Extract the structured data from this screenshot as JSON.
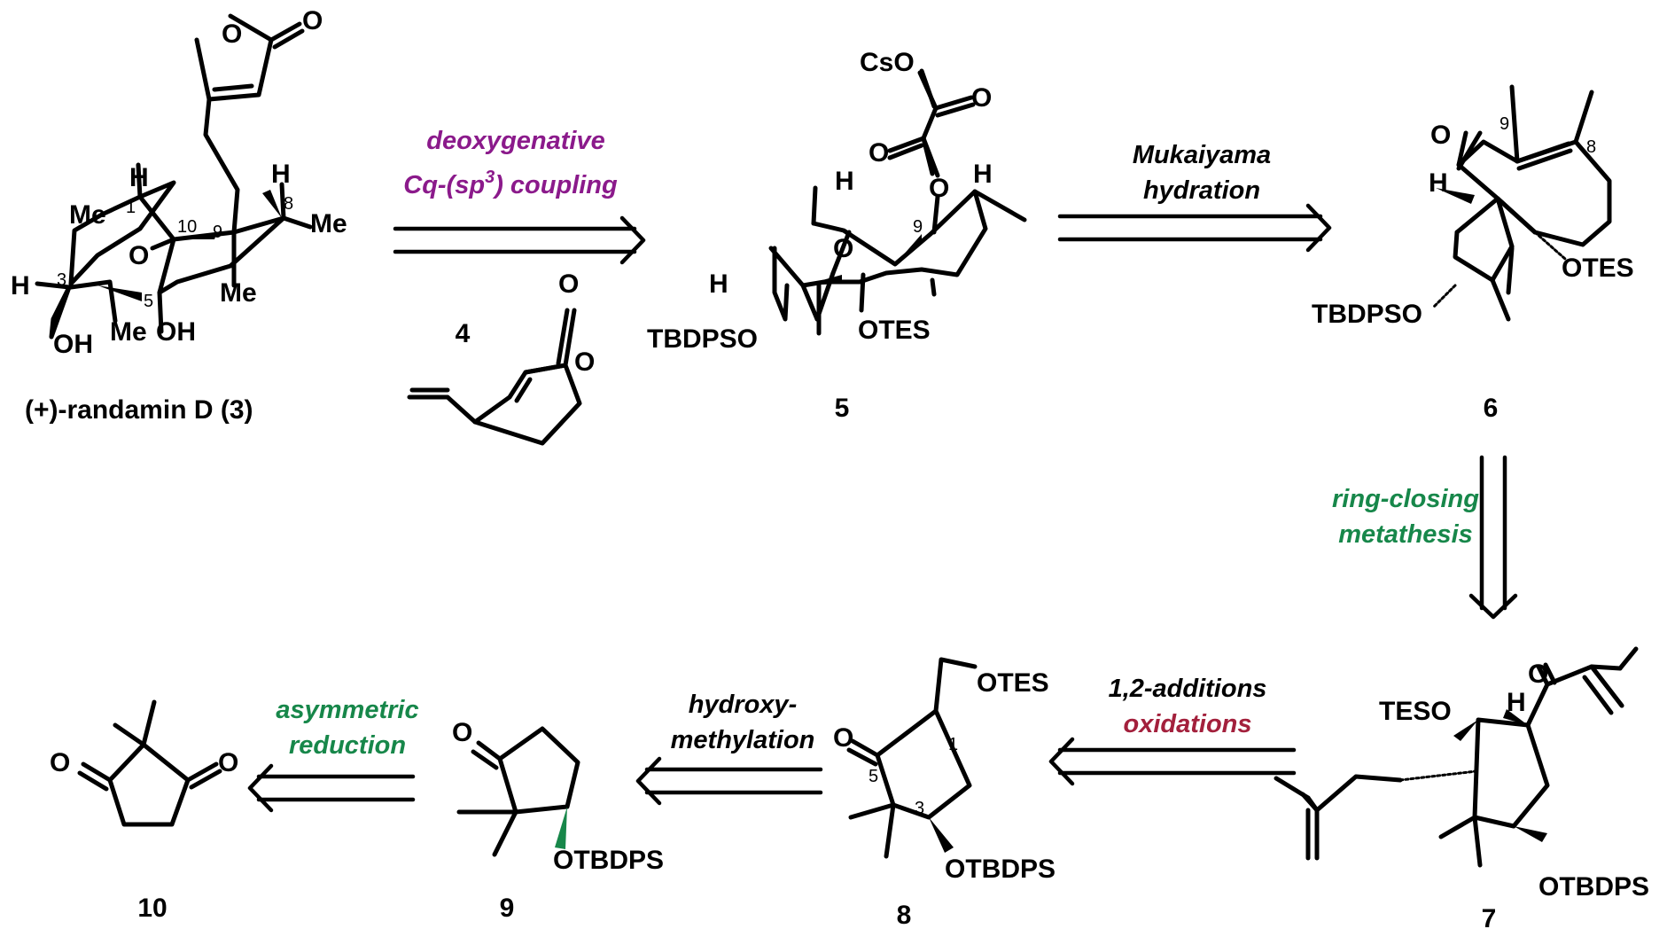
{
  "colors": {
    "purple": "#8b1a8b",
    "green": "#17874a",
    "red": "#a3203c",
    "black": "#000000"
  },
  "compounds": {
    "c3": {
      "name": "(+)-randamin D (3)",
      "atoms": {
        "o_ring": "O",
        "o_carbonyl": "O",
        "h1": "H",
        "h8": "H",
        "h3": "H",
        "me_left": "Me",
        "me_right": "Me",
        "me_mid": "Me",
        "me_bottom": "Me",
        "o10": "O",
        "oh3": "OH",
        "oh5": "OH"
      },
      "locants": {
        "n1": "1",
        "n10": "10",
        "n9": "9",
        "n8": "8",
        "n3": "3",
        "n5": "5"
      }
    },
    "c4": {
      "label": "4",
      "atoms": {
        "o_carbonyl": "O",
        "o_ring": "O"
      }
    },
    "c5": {
      "label": "5",
      "atoms": {
        "cso": "CsO",
        "o1": "O",
        "o2": "O",
        "o_link": "O",
        "h1": "H",
        "h2": "H",
        "h3": "H",
        "o10": "O",
        "tbdpso": "TBDPSO",
        "otes": "OTES"
      },
      "locants": {
        "n9": "9"
      }
    },
    "c6": {
      "label": "6",
      "atoms": {
        "o": "O",
        "h": "H",
        "otes": "OTES",
        "tbdpso": "TBDPSO"
      },
      "locants": {
        "n9": "9",
        "n8": "8"
      }
    },
    "c7": {
      "label": "7",
      "atoms": {
        "o": "O",
        "h": "H",
        "teso": "TESO",
        "otbdps": "OTBDPS"
      }
    },
    "c8": {
      "label": "8",
      "atoms": {
        "otes": "OTES",
        "o": "O",
        "otbdps": "OTBDPS"
      },
      "locants": {
        "n1": "1",
        "n5": "5",
        "n3": "3"
      }
    },
    "c9": {
      "label": "9",
      "atoms": {
        "o": "O",
        "otbdps": "OTBDPS"
      }
    },
    "c10": {
      "label": "10",
      "atoms": {
        "o_left": "O",
        "o_right": "O"
      }
    }
  },
  "reactions": {
    "r1": {
      "line1": "deoxygenative",
      "line2_pre": "Cq-(sp",
      "line2_sup": "3",
      "line2_post": ") coupling",
      "reagent": "4"
    },
    "r2": {
      "line1": "Mukaiyama",
      "line2": "hydration"
    },
    "r3": {
      "line1": "ring-closing",
      "line2": "metathesis"
    },
    "r4": {
      "line1": "1,2-additions",
      "line2": "oxidations"
    },
    "r5": {
      "line1": "hydroxy-",
      "line2": "methylation"
    },
    "r6": {
      "line1": "asymmetric",
      "line2": "reduction"
    }
  }
}
